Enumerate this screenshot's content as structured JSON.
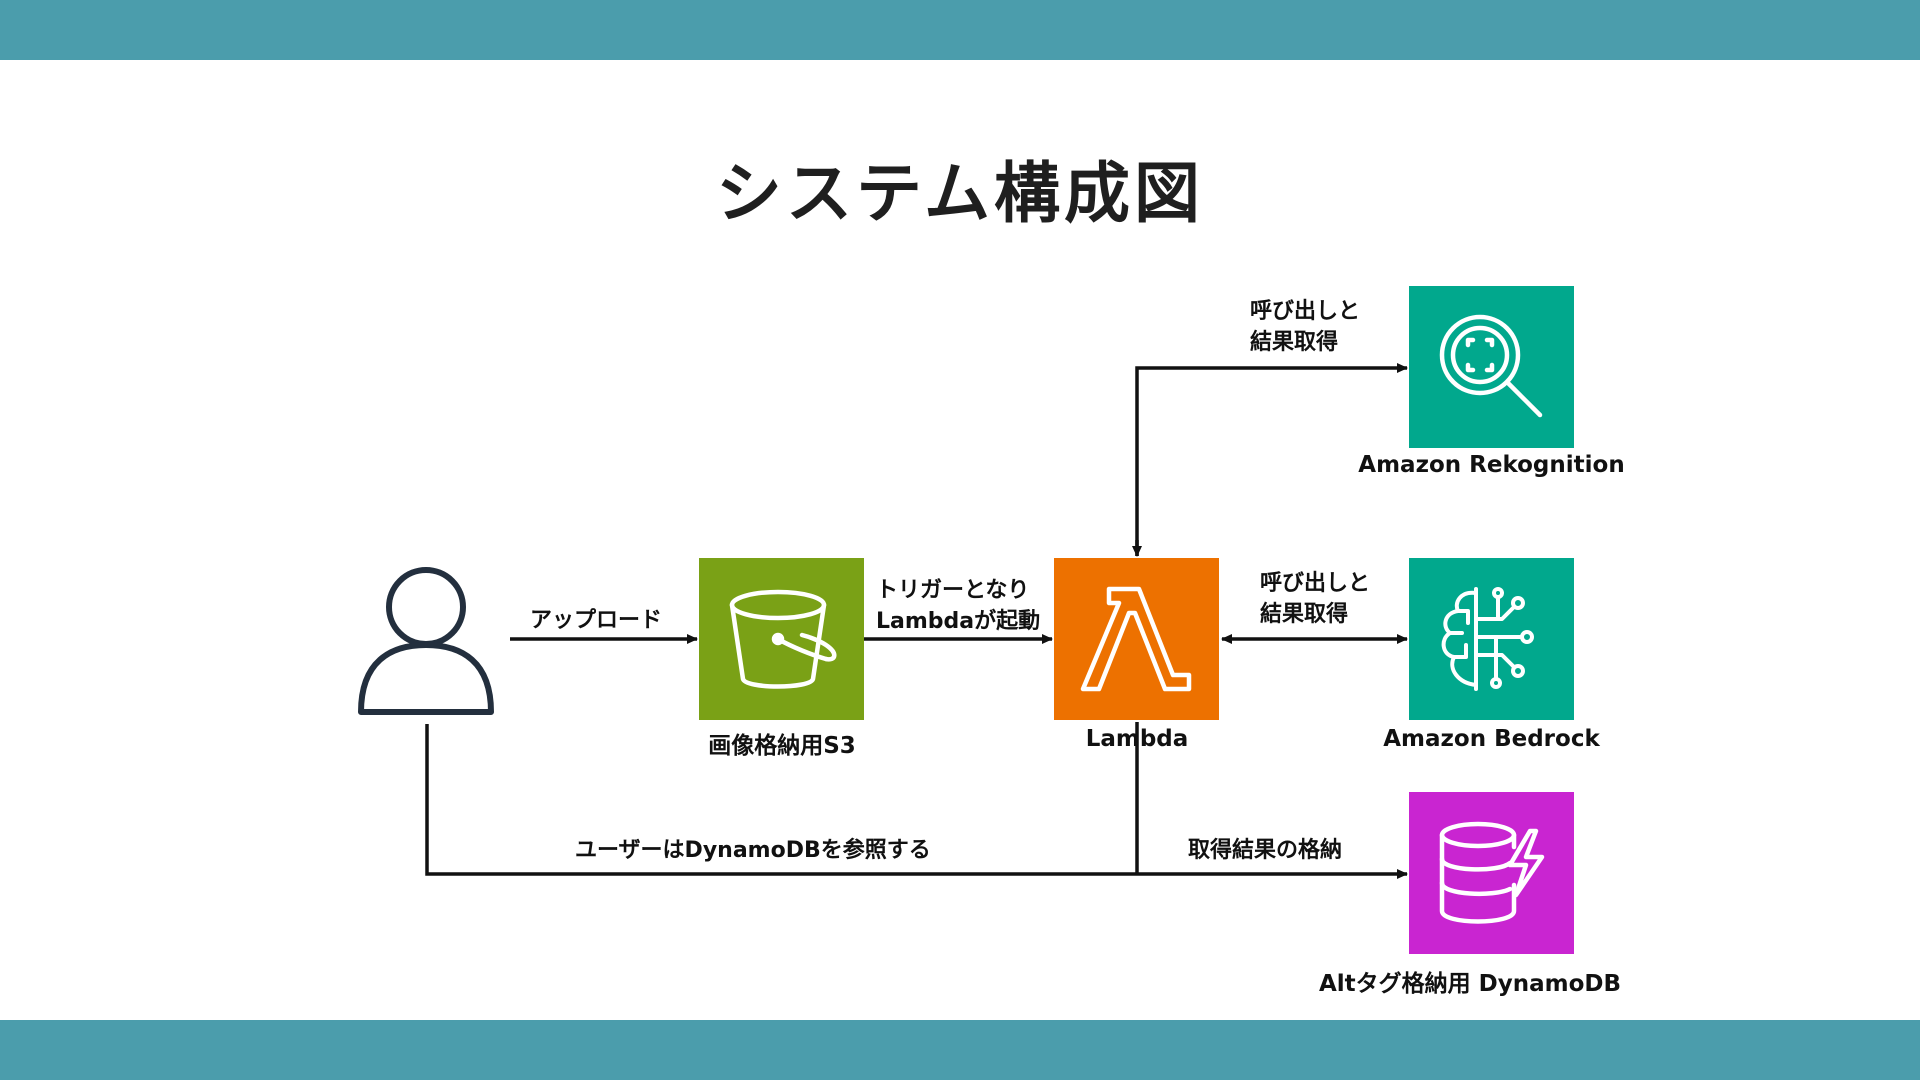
{
  "title": "システム構成図",
  "colors": {
    "band": "#4b9dac",
    "s3": "#7aa116",
    "lambda": "#ed7100",
    "ai": "#01a88d",
    "dynamodb": "#c925d1",
    "line": "#111111"
  },
  "nodes": {
    "user": {
      "icon": "user-icon"
    },
    "s3": {
      "label": "画像格納用S3",
      "icon": "s3-bucket-icon"
    },
    "lambda": {
      "label": "Lambda",
      "icon": "lambda-icon"
    },
    "rekognition": {
      "label": "Amazon Rekognition",
      "icon": "rekognition-icon"
    },
    "bedrock": {
      "label": "Amazon Bedrock",
      "icon": "bedrock-icon"
    },
    "dynamodb": {
      "label": "Altタグ格納用 DynamoDB",
      "icon": "dynamodb-icon"
    }
  },
  "edges": {
    "upload": "アップロード",
    "trigger": [
      "トリガーとなり",
      "Lambdaが起動"
    ],
    "rekognition_call": [
      "呼び出しと",
      "結果取得"
    ],
    "bedrock_call": [
      "呼び出しと",
      "結果取得"
    ],
    "user_ref": "ユーザーはDynamoDBを参照する",
    "store": "取得結果の格納"
  }
}
